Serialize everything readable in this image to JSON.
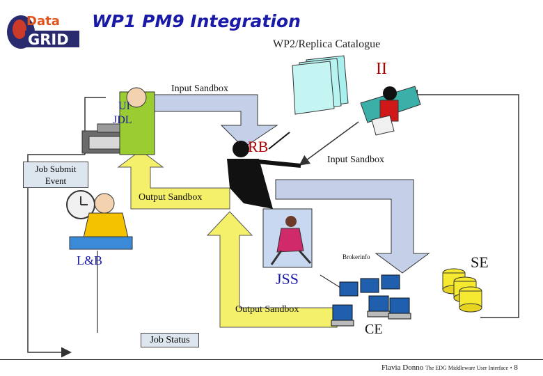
{
  "header": {
    "logo_top": "Data",
    "logo_bottom": "GRID",
    "title": "WP1 PM9 Integration"
  },
  "nodes": {
    "replica_catalogue": "WP2/Replica Catalogue",
    "ii": "II",
    "ui_line1": "UI",
    "ui_line2": "JDL",
    "rb": "RB",
    "job_submit_line1": "Job Submit",
    "job_submit_line2": "Event",
    "lb": "L&B",
    "jss": "JSS",
    "brokerinfo": "Brokerinfo",
    "se": "SE",
    "ce": "CE",
    "job_status": "Job Status"
  },
  "flows": {
    "input_sandbox_top": "Input Sandbox",
    "input_sandbox_right": "Input Sandbox",
    "output_sandbox_upper": "Output Sandbox",
    "output_sandbox_lower": "Output Sandbox"
  },
  "footer": {
    "author": "Flavia Donno",
    "deck": "The EDG Middleware User Interface",
    "page": "8"
  },
  "colors": {
    "title": "#1a1aa8",
    "red_label": "#b00000",
    "jss_blue": "#1a1aa8",
    "arrow_fill": "#c4cfe8",
    "yellow_arrow": "#f4f06a",
    "box_fill": "#dde6ee"
  }
}
